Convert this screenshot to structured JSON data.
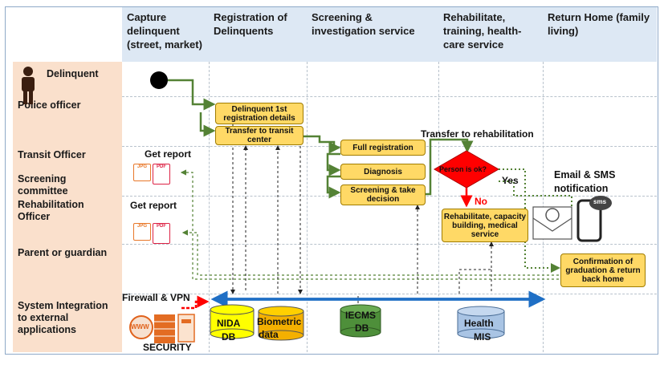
{
  "columns": [
    "Capture delinquent (street, market)",
    "Registration of Delinquents",
    "Screening & investigation service",
    "Rehabilitate, training, health-care service",
    "Return Home (family living)"
  ],
  "rows": [
    "Delinquent",
    "Police officer",
    "Transit Officer",
    "Screening committee",
    "Rehabilitation Officer",
    "Parent or guardian",
    "System Integration to external applications"
  ],
  "boxes": {
    "reg_details": "Delinquent 1st registration details",
    "transfer_transit": "Transfer to transit center",
    "full_reg": "Full registration",
    "diagnosis": "Diagnosis",
    "screening": "Screening & take decision",
    "rehab": "Rehabilitate, capacity building, medical service",
    "confirmation": "Confirmation of graduation & return back home"
  },
  "decision": "Person is ok?",
  "labels": {
    "get_report_1": "Get report",
    "get_report_2": "Get report",
    "transfer_rehab": "Transfer to rehabilitation",
    "yes": "Yes",
    "no": "No",
    "email_sms": "Email & SMS notification",
    "firewall": "Firewall & VPN",
    "security": "SECURITY",
    "nida": "NIDA",
    "nida_db": "DB",
    "biometric": "Biometric",
    "biometric_data": "data",
    "iecms": "IECMS",
    "iecms_db": "DB",
    "health": "Health",
    "health_mis": "MIS",
    "pdf": "PDF",
    "jpg": "JPG",
    "sms": "sms",
    "www": "WWW"
  },
  "colors": {
    "header": "#dde8f4",
    "row_header": "#fae0cc",
    "process_box": "#ffd966",
    "flow_green": "#548235",
    "decision_red": "#ff0000",
    "bus_blue": "#1f6fc5"
  }
}
